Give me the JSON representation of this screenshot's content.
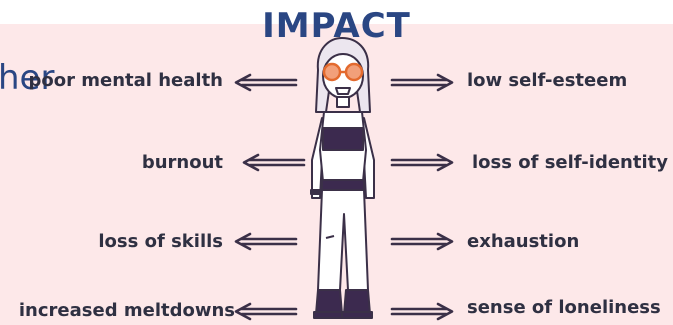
{
  "title": "IMPACT",
  "bleed_text": "her",
  "left_labels": [
    "poor mental health",
    "burnout",
    "loss of skills",
    "increased meltdowns"
  ],
  "right_labels": [
    "low self-esteem",
    "loss of self-identity",
    "exhaustion",
    "sense of loneliness"
  ],
  "colors": {
    "title": "#2a4683",
    "background": "#fde8e9",
    "label": "#2f3042",
    "outline": "#3b3048",
    "top": "#3c2a4f",
    "accent": "#e36a2e"
  }
}
